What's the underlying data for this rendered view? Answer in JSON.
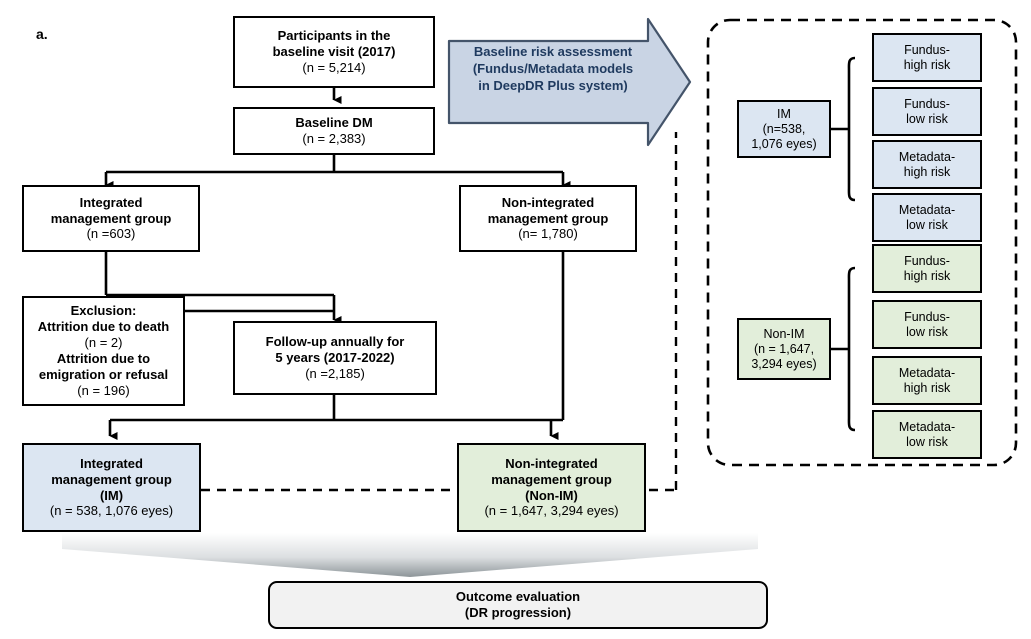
{
  "figure": {
    "panel_label": "a.",
    "colors": {
      "im_blue": "#dce6f2",
      "nonim_green": "#e2eeda",
      "outcome_gray": "#f2f2f2",
      "callout_fill": "#c9d4e4",
      "callout_stroke": "#44546a",
      "callout_text": "#1f3a5f",
      "line": "#000000"
    }
  },
  "flow": {
    "participants": {
      "line1": "Participants in the",
      "line2": "baseline visit (2017)",
      "line3": "(n = 5,214)"
    },
    "baseline_dm": {
      "line1": "Baseline DM",
      "line2": "(n = 2,383)"
    },
    "integrated_group": {
      "line1": "Integrated",
      "line2": "management group",
      "line3": "(n =603)"
    },
    "nonintegrated_group": {
      "line1": "Non-integrated",
      "line2": "management group",
      "line3": "(n= 1,780)"
    },
    "exclusion": {
      "line1": "Exclusion:",
      "line2": "Attrition due to death",
      "line3": "(n = 2)",
      "line4": "Attrition due to",
      "line5": "emigration or refusal",
      "line6": "(n = 196)"
    },
    "followup": {
      "line1": "Follow-up annually for",
      "line2": "5 years (2017-2022)",
      "line3": "(n =2,185)"
    },
    "im_final": {
      "line1": "Integrated",
      "line2": "management group",
      "line3": "(IM)",
      "line4": "(n = 538, 1,076 eyes)"
    },
    "nonim_final": {
      "line1": "Non-integrated",
      "line2": "management group",
      "line3": "(Non-IM)",
      "line4": "(n = 1,647, 3,294 eyes)"
    },
    "outcome": {
      "line1": "Outcome evaluation",
      "line2": "(DR progression)"
    }
  },
  "callout": {
    "line1": "Baseline risk assessment",
    "line2": "(Fundus/Metadata models",
    "line3": "in DeepDR Plus system)"
  },
  "risk_panel": {
    "im": {
      "line1": "IM",
      "line2": "(n=538,",
      "line3": "1,076 eyes)"
    },
    "nonim": {
      "line1": "Non-IM",
      "line2": "(n = 1,647,",
      "line3": "3,294 eyes)"
    },
    "im_strata": [
      {
        "line1": "Fundus-",
        "line2": "high risk"
      },
      {
        "line1": "Fundus-",
        "line2": "low risk"
      },
      {
        "line1": "Metadata-",
        "line2": "high risk"
      },
      {
        "line1": "Metadata-",
        "line2": "low risk"
      }
    ],
    "nonim_strata": [
      {
        "line1": "Fundus-",
        "line2": "high risk"
      },
      {
        "line1": "Fundus-",
        "line2": "low risk"
      },
      {
        "line1": "Metadata-",
        "line2": "high risk"
      },
      {
        "line1": "Metadata-",
        "line2": "low risk"
      }
    ]
  }
}
